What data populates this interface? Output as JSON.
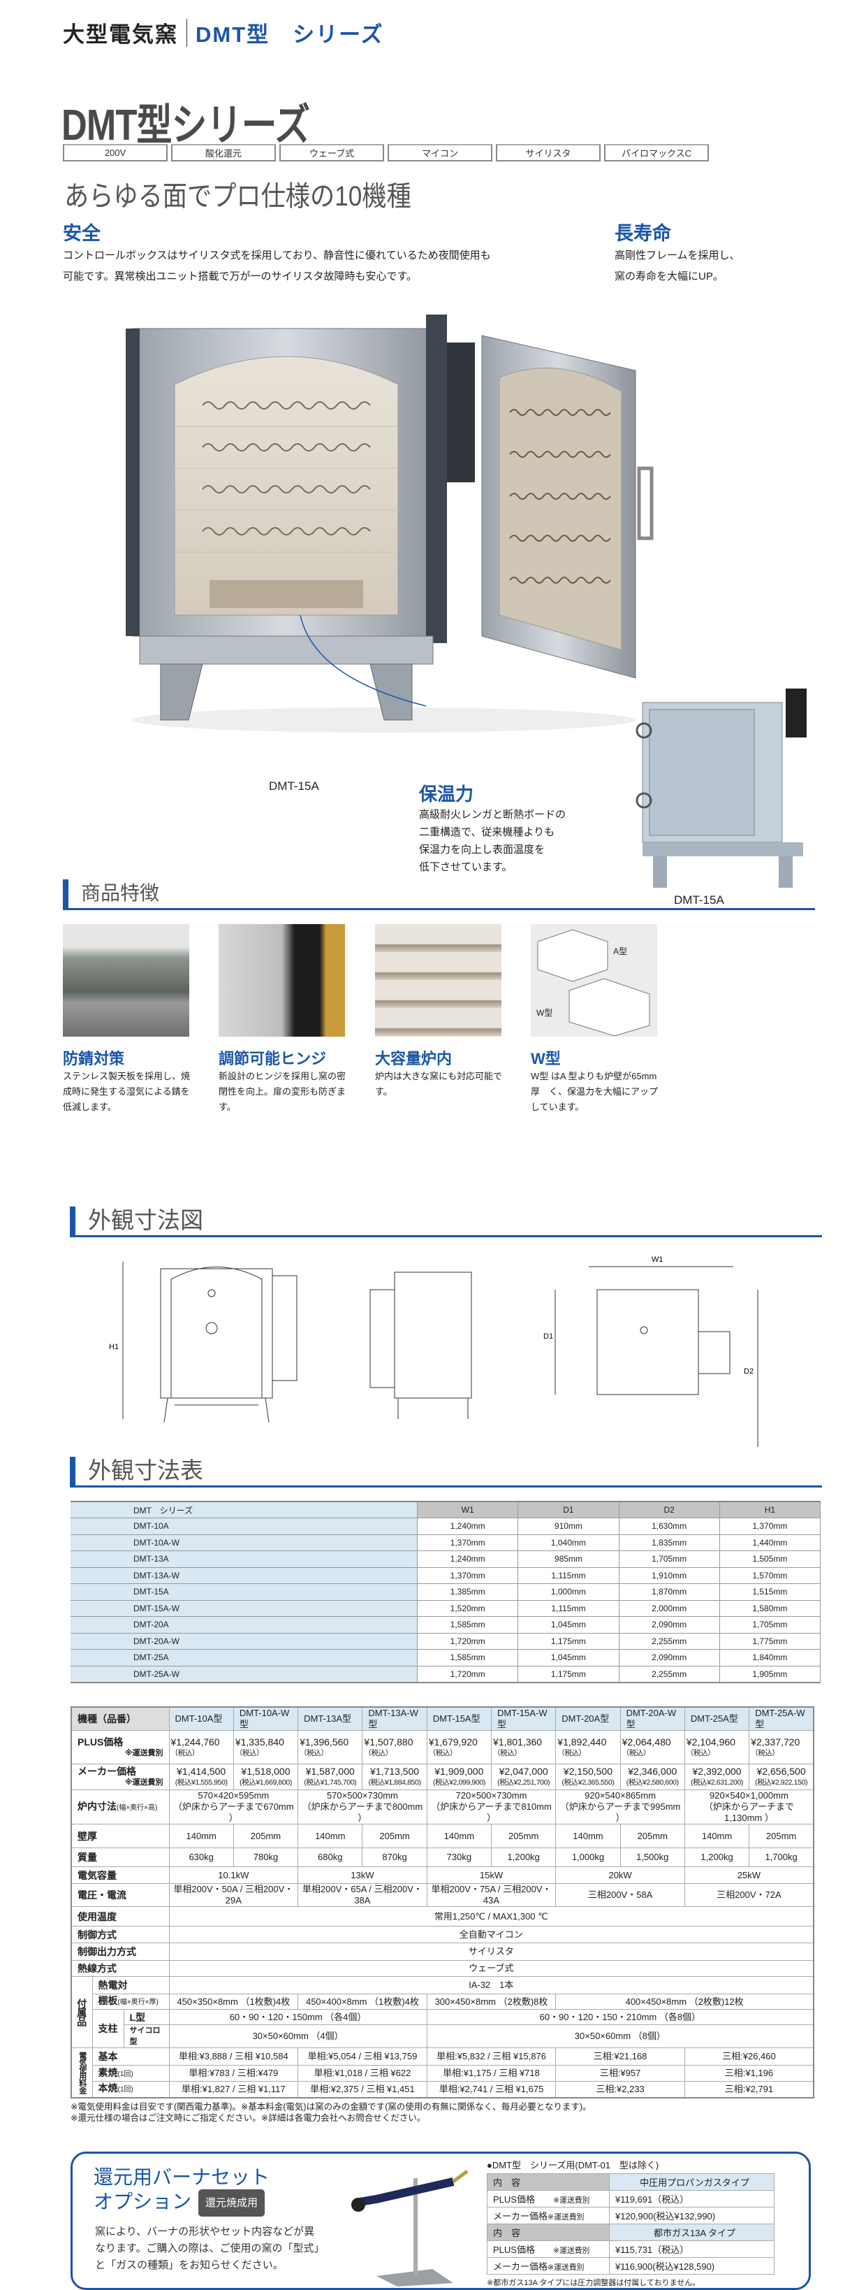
{
  "header": {
    "title": "大型電気窯",
    "series": "DMT型　シリーズ"
  },
  "hero": {
    "title": "DMT型シリーズ",
    "tags": [
      "200V",
      "酸化還元",
      "ウェーブ式",
      "マイコン",
      "サイリスタ",
      "パイロマックスC"
    ],
    "tagline": "あらゆる面でプロ仕様の10機種",
    "safety": {
      "heading": "安全",
      "lines": [
        "コントロールボックスはサイリスタ式を採用しており、静音性に優れているため夜間使用も",
        "可能です。異常検出ユニット搭載で万が一のサイリスタ故障時も安心です。"
      ]
    },
    "longevity": {
      "heading": "長寿命",
      "lines": [
        "高剛性フレームを採用し、",
        "窯の寿命を大幅にUP。"
      ]
    },
    "insulation": {
      "heading": "保温力",
      "lines": [
        "高級耐火レンガと断熱ボードの",
        "二重構造で、従来機種よりも",
        "保温力を向上し表面温度を",
        "低下させています。"
      ]
    },
    "photo_label_main": "DMT-15A",
    "photo_label_side": "DMT-15A"
  },
  "features": {
    "heading": "商品特徴",
    "items": [
      {
        "title": "防錆対策",
        "text": "ステンレス製天板を採用し、焼成時に発生する湿気による錆を低減します。"
      },
      {
        "title": "調節可能ヒンジ",
        "text": "新設計のヒンジを採用し窯の密閉性を向上。扉の変形も防ぎます。"
      },
      {
        "title": "大容量炉内",
        "text": "炉内は大きな窯にも対応可能です。"
      },
      {
        "title": "W型",
        "text": "W型 はA 型よりも炉壁が65mm厚　く、保温力を大幅にアップしています。",
        "label_a": "A型",
        "label_w": "W型"
      }
    ]
  },
  "drawing": {
    "heading": "外観寸法図",
    "labels": {
      "h1": "H1",
      "w1": "W1",
      "d1": "D1",
      "d2": "D2"
    }
  },
  "dimensions": {
    "heading": "外観寸法表",
    "columns": [
      "DMT　シリーズ",
      "W1",
      "D1",
      "D2",
      "H1"
    ],
    "rows": [
      [
        "DMT-10A",
        "1,240mm",
        "910mm",
        "1,630mm",
        "1,370mm"
      ],
      [
        "DMT-10A-W",
        "1,370mm",
        "1,040mm",
        "1,835mm",
        "1,440mm"
      ],
      [
        "DMT-13A",
        "1,240mm",
        "985mm",
        "1,705mm",
        "1,505mm"
      ],
      [
        "DMT-13A-W",
        "1,370mm",
        "1,115mm",
        "1,910mm",
        "1,570mm"
      ],
      [
        "DMT-15A",
        "1,385mm",
        "1,000mm",
        "1,870mm",
        "1,515mm"
      ],
      [
        "DMT-15A-W",
        "1,520mm",
        "1,115mm",
        "2,000mm",
        "1,580mm"
      ],
      [
        "DMT-20A",
        "1,585mm",
        "1,045mm",
        "2,090mm",
        "1,705mm"
      ],
      [
        "DMT-20A-W",
        "1,720mm",
        "1,175mm",
        "2,255mm",
        "1,775mm"
      ],
      [
        "DMT-25A",
        "1,585mm",
        "1,045mm",
        "2,090mm",
        "1,840mm"
      ],
      [
        "DMT-25A-W",
        "1,720mm",
        "1,175mm",
        "2,255mm",
        "1,905mm"
      ]
    ]
  },
  "spec": {
    "models_label": "機種（品番）",
    "models": [
      "DMT-10A型",
      "DMT-10A-W型",
      "DMT-13A型",
      "DMT-13A-W型",
      "DMT-15A型",
      "DMT-15A-W型",
      "DMT-20A型",
      "DMT-20A-W型",
      "DMT-25A型",
      "DMT-25A-W型"
    ],
    "shipping_note": "※運送費別",
    "plus": {
      "label": "PLUS価格",
      "values": [
        "¥1,244,760",
        "¥1,335,840",
        "¥1,396,560",
        "¥1,507,880",
        "¥1,679,920",
        "¥1,801,360",
        "¥1,892,440",
        "¥2,064,480",
        "¥2,104,960",
        "¥2,337,720"
      ],
      "sub": "（税込）"
    },
    "maker": {
      "label": "メーカー価格",
      "values": [
        "¥1,414,500",
        "¥1,518,000",
        "¥1,587,000",
        "¥1,713,500",
        "¥1,909,000",
        "¥2,047,000",
        "¥2,150,500",
        "¥2,346,000",
        "¥2,392,000",
        "¥2,656,500"
      ],
      "subs": [
        "(税込¥1,555,950)",
        "(税込¥1,669,800)",
        "(税込¥1,745,700)",
        "(税込¥1,884,850)",
        "(税込¥2,099,900)",
        "(税込¥2,251,700)",
        "(税込¥2,365,550)",
        "(税込¥2,580,600)",
        "(税込¥2,631,200)",
        "(税込¥2,922,150)"
      ]
    },
    "rows": [
      {
        "label": "炉内寸法",
        "small": "(幅×奥行×高)",
        "cells": [
          {
            "t": "570×420×595mm",
            "t2": "（炉床からアーチまで670mm ）",
            "s": 2
          },
          {
            "t": "570×500×730mm",
            "t2": "（炉床からアーチまで800mm ）",
            "s": 2
          },
          {
            "t": "720×500×730mm",
            "t2": "（炉床からアーチまで810mm ）",
            "s": 2
          },
          {
            "t": "920×540×865mm",
            "t2": "（炉床からアーチまで995mm ）",
            "s": 2
          },
          {
            "t": "920×540×1,000mm",
            "t2": "（炉床からアーチまで1,130mm ）",
            "s": 2
          }
        ]
      },
      {
        "label": "壁厚",
        "cells": [
          {
            "t": "140mm"
          },
          {
            "t": "205mm"
          },
          {
            "t": "140mm"
          },
          {
            "t": "205mm"
          },
          {
            "t": "140mm"
          },
          {
            "t": "205mm"
          },
          {
            "t": "140mm"
          },
          {
            "t": "205mm"
          },
          {
            "t": "140mm"
          },
          {
            "t": "205mm"
          }
        ]
      },
      {
        "label": "質量",
        "cells": [
          {
            "t": "630kg"
          },
          {
            "t": "780kg"
          },
          {
            "t": "680kg"
          },
          {
            "t": "870kg"
          },
          {
            "t": "730kg"
          },
          {
            "t": "1,200kg"
          },
          {
            "t": "1,000kg"
          },
          {
            "t": "1,500kg"
          },
          {
            "t": "1,200kg"
          },
          {
            "t": "1,700kg"
          }
        ]
      },
      {
        "label": "電気容量",
        "cells": [
          {
            "t": "10.1kW",
            "s": 2
          },
          {
            "t": "13kW",
            "s": 2
          },
          {
            "t": "15kW",
            "s": 2
          },
          {
            "t": "20kW",
            "s": 2
          },
          {
            "t": "25kW",
            "s": 2
          }
        ]
      },
      {
        "label": "電圧・電流",
        "cells": [
          {
            "t": "単相200V・50A / 三相200V・29A",
            "s": 2
          },
          {
            "t": "単相200V・65A / 三相200V・38A",
            "s": 2
          },
          {
            "t": "単相200V・75A / 三相200V・43A",
            "s": 2
          },
          {
            "t": "三相200V・58A",
            "s": 2
          },
          {
            "t": "三相200V・72A",
            "s": 2
          }
        ]
      },
      {
        "label": "使用温度",
        "cells": [
          {
            "t": "常用1,250℃ / MAX1,300 ℃",
            "s": 10
          }
        ]
      },
      {
        "label": "制御方式",
        "cells": [
          {
            "t": "全自動マイコン",
            "s": 10
          }
        ]
      },
      {
        "label": "制御出力方式",
        "cells": [
          {
            "t": "サイリスタ",
            "s": 10
          }
        ]
      },
      {
        "label": "熱線方式",
        "cells": [
          {
            "t": "ウェーブ式",
            "s": 10
          }
        ]
      }
    ],
    "accessories": {
      "group": "付属品",
      "thermocouple": {
        "label": "熱電対",
        "cells": [
          {
            "t": "IA-32　1本",
            "s": 10
          }
        ]
      },
      "shelf": {
        "label": "棚板",
        "small": "(幅×奥行×厚)",
        "cells": [
          {
            "t": "450×350×8mm （1枚敷)4枚",
            "s": 2
          },
          {
            "t": "450×400×8mm （1枚敷)4枚",
            "s": 2
          },
          {
            "t": "300×450×8mm （2枚敷)8枚",
            "s": 2
          },
          {
            "t": "400×450×8mm （2枚敷)12枚",
            "s": 4
          }
        ]
      },
      "post_label": "支柱",
      "l_type": {
        "label": "L型",
        "cells": [
          {
            "t": "60・90・120・150mm （各4個）",
            "s": 4
          },
          {
            "t": "60・90・120・150・210mm （各8個）",
            "s": 6
          }
        ]
      },
      "dice": {
        "label": "サイコロ型",
        "cells": [
          {
            "t": "30×50×60mm （4個）",
            "s": 4
          },
          {
            "t": "30×50×60mm （8個）",
            "s": 6
          }
        ]
      }
    },
    "electricity": {
      "group": "電気使用料金",
      "rows": [
        {
          "label": "基本",
          "cells": [
            {
              "t": "単相:¥3,888 / 三相 ¥10,584",
              "s": 2
            },
            {
              "t": "単相:¥5,054 / 三相 ¥13,759",
              "s": 2
            },
            {
              "t": "単相:¥5,832 / 三相 ¥15,876",
              "s": 2
            },
            {
              "t": "三相:¥21,168",
              "s": 2
            },
            {
              "t": "三相:¥26,460",
              "s": 2
            }
          ]
        },
        {
          "label": "素焼",
          "small": "(1回)",
          "cells": [
            {
              "t": "単相:¥783 / 三相:¥479",
              "s": 2
            },
            {
              "t": "単相:¥1,018 / 三相 ¥622",
              "s": 2
            },
            {
              "t": "単相:¥1,175 / 三相 ¥718",
              "s": 2
            },
            {
              "t": "三相:¥957",
              "s": 2
            },
            {
              "t": "三相:¥1,196",
              "s": 2
            }
          ]
        },
        {
          "label": "本焼",
          "small": "(1回)",
          "cells": [
            {
              "t": "単相:¥1,827 / 三相 ¥1,117",
              "s": 2
            },
            {
              "t": "単相:¥2,375 / 三相 ¥1,451",
              "s": 2
            },
            {
              "t": "単相:¥2,741 / 三相 ¥1,675",
              "s": 2
            },
            {
              "t": "三相:¥2,233",
              "s": 2
            },
            {
              "t": "三相:¥2,791",
              "s": 2
            }
          ]
        }
      ]
    },
    "notes": [
      "※電気使用料金は目安です(関西電力基準)。※基本料金(電気)は窯のみの金額です(窯の使用の有無に関係なく、毎月必要となります)。",
      "※還元仕様の場合はご注文時にご指定ください。※詳細は各電力会社へお問合せください。"
    ]
  },
  "burner": {
    "title1": "還元用バーナセット",
    "title2": "オプション",
    "badge": "還元焼成用",
    "desc": [
      "窯により、バーナの形状やセット内容などが異",
      "なります。ご購入の際は、ご使用の窯の「型式」",
      "と「ガスの種類」をお知らせください。"
    ],
    "table_title": "●DMT型　シリーズ用(DMT-01　型は除く)",
    "content_label": "内　容",
    "shipping_note": "※運送費別",
    "types": [
      {
        "name": "中圧用プロパンガスタイプ",
        "plus_label": "PLUS価格",
        "plus": "¥119,691（税込）",
        "maker_label": "メーカー価格",
        "maker": "¥120,900(税込¥132,990)"
      },
      {
        "name": "都市ガス13A タイプ",
        "plus_label": "PLUS価格",
        "plus": "¥115,731（税込）",
        "maker_label": "メーカー価格",
        "maker": "¥116,900(税込¥128,590)"
      }
    ],
    "footnote": "※都市ガス13A タイプには圧力調整器は付属しておりません。"
  }
}
